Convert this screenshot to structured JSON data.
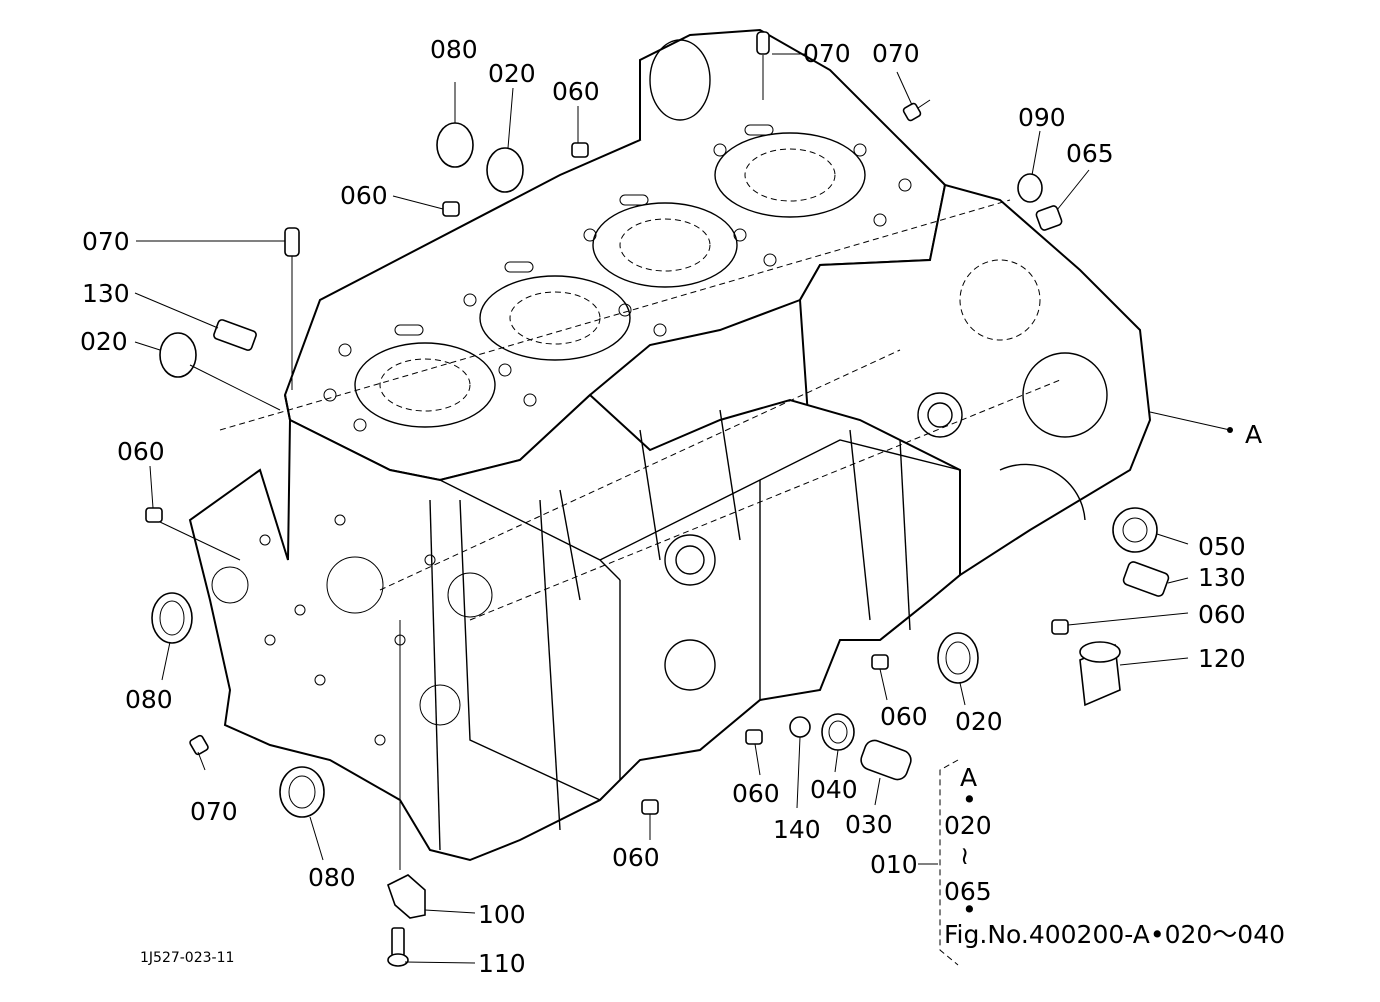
{
  "drawing_id": "1J527-023-11",
  "labels": {
    "p080a": "080",
    "p020a": "020",
    "p060a": "060",
    "p070a": "070",
    "p070b": "070",
    "p090": "090",
    "p065": "065",
    "p060b": "060",
    "p070c": "070",
    "p130a": "130",
    "p020b": "020",
    "pA": "A",
    "p060c": "060",
    "p050": "050",
    "p130b": "130",
    "p060d": "060",
    "p120": "120",
    "p080b": "080",
    "p060e": "060",
    "p020c": "020",
    "p070d": "070",
    "p060f": "060",
    "p140": "140",
    "p040": "040",
    "p030": "030",
    "p080c": "080",
    "p060g": "060",
    "p100": "100",
    "p110": "110",
    "p010": "010"
  },
  "legend": {
    "line1": "A",
    "line2": "•",
    "line3": "020",
    "line4": "≀",
    "line5": "065",
    "line6": "•",
    "line7": "Fig.No.400200-A•020～040"
  }
}
